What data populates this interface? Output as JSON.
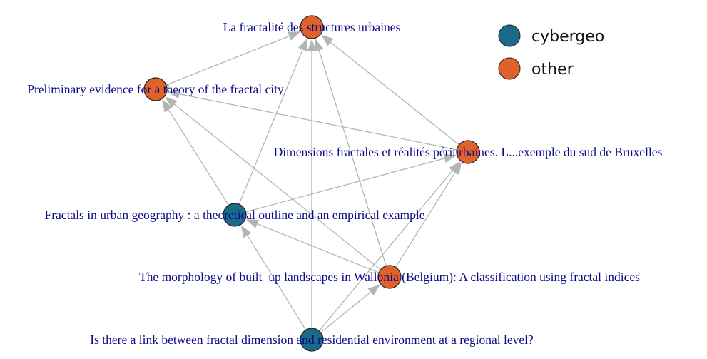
{
  "colors": {
    "cybergeo": "#1a6a8a",
    "other": "#e0622a",
    "edge": "#b4b4b4",
    "label": "#0b0b8a",
    "outline": "#222222"
  },
  "legend": [
    {
      "label": "cybergeo",
      "group": "cybergeo"
    },
    {
      "label": "other",
      "group": "other"
    }
  ],
  "nodes": [
    {
      "id": "n1",
      "label": "La fractalité des structures urbaines",
      "group": "other"
    },
    {
      "id": "n2",
      "label": "Preliminary evidence for a theory of the fractal city",
      "group": "other"
    },
    {
      "id": "n3",
      "label": "Dimensions fractales et réalités périurbaines. L...exemple du sud de Bruxelles",
      "group": "other"
    },
    {
      "id": "n4",
      "label": "Fractals in urban geography : a theoretical outline and an empirical example",
      "group": "cybergeo"
    },
    {
      "id": "n5",
      "label": "The morphology of built–up landscapes in Wallonia (Belgium): A classification using fractal indices",
      "group": "other"
    },
    {
      "id": "n6",
      "label": "Is there a link between fractal dimension and residential environment at a regional level?",
      "group": "cybergeo"
    }
  ],
  "edges": [
    {
      "from": "n2",
      "to": "n1"
    },
    {
      "from": "n3",
      "to": "n1"
    },
    {
      "from": "n3",
      "to": "n2"
    },
    {
      "from": "n4",
      "to": "n1"
    },
    {
      "from": "n4",
      "to": "n2"
    },
    {
      "from": "n4",
      "to": "n3"
    },
    {
      "from": "n5",
      "to": "n1"
    },
    {
      "from": "n5",
      "to": "n2"
    },
    {
      "from": "n5",
      "to": "n3"
    },
    {
      "from": "n5",
      "to": "n4"
    },
    {
      "from": "n6",
      "to": "n1"
    },
    {
      "from": "n6",
      "to": "n3"
    },
    {
      "from": "n6",
      "to": "n4"
    },
    {
      "from": "n6",
      "to": "n5"
    }
  ]
}
